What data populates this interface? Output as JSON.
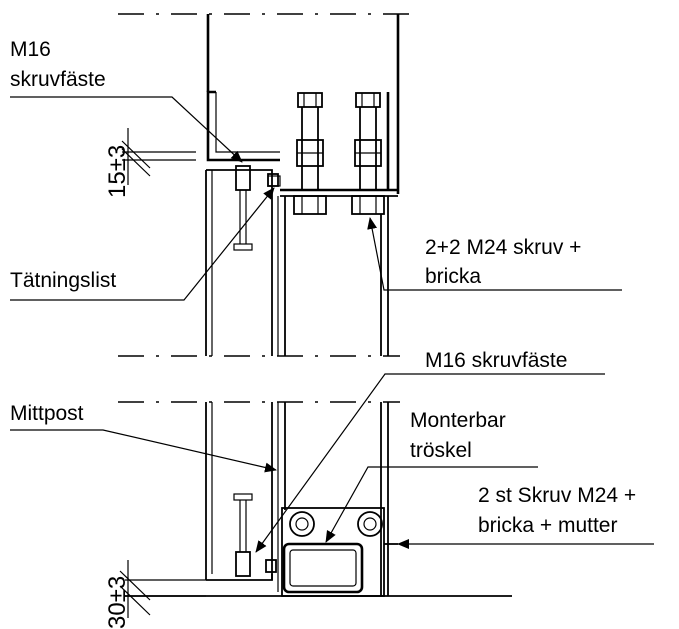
{
  "labels": {
    "m16_top_line1": "M16",
    "m16_top_line2": "skruvfäste",
    "tatningslist": "Tätningslist",
    "m24_line1": "2+2 M24 skruv +",
    "m24_line2": "bricka",
    "m16_mid": "M16 skruvfäste",
    "mittpost": "Mittpost",
    "monterbar_line1": "Monterbar",
    "monterbar_line2": "tröskel",
    "skruv_line1": "2 st Skruv M24 +",
    "skruv_line2": "bricka + mutter"
  },
  "dimensions": {
    "top": "15±3",
    "bottom": "30±3"
  }
}
